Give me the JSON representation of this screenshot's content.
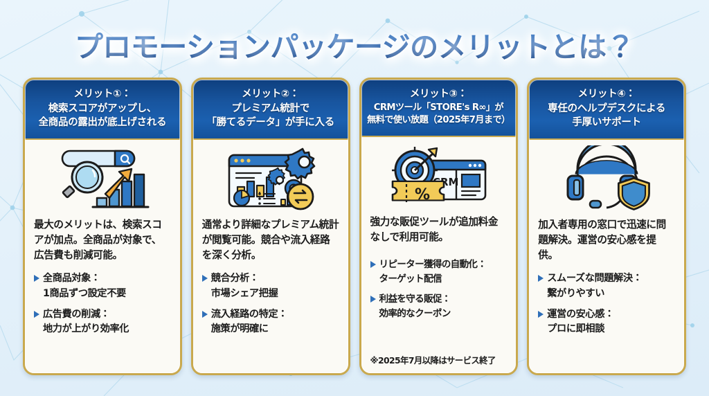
{
  "slide": {
    "title": "プロモーションパッケージのメリットとは？",
    "background_color": "#e6f2fb",
    "accent_gold": "#c9a94e",
    "accent_blue": "#15509f",
    "bullet_marker_color": "#2f6fb8"
  },
  "cards": [
    {
      "id": "merit-1",
      "header": {
        "line1": "メリット①：",
        "line2": "検索スコアがアップし、",
        "line3": "全商品の露出が底上げされる"
      },
      "icon": "search-ranking-icon",
      "lead": "最大のメリットは、検索スコアが加点。全商品が対象で、広告費も削減可能。",
      "bullets": [
        {
          "title": "全商品対象：",
          "detail": "1商品ずつ設定不要"
        },
        {
          "title": "広告費の削減：",
          "detail": "地力が上がり効率化"
        }
      ],
      "footnote": ""
    },
    {
      "id": "merit-2",
      "header": {
        "line1": "メリット②：",
        "line2": "プレミアム統計で",
        "line3": "「勝てるデータ」が手に入る"
      },
      "icon": "analytics-dashboard-icon",
      "lead": "通常より詳細なプレミアム統計が閲覧可能。競合や流入経路を深く分析。",
      "bullets": [
        {
          "title": "競合分析：",
          "detail": "市場シェア把握"
        },
        {
          "title": "流入経路の特定：",
          "detail": "施策が明確に"
        }
      ],
      "footnote": ""
    },
    {
      "id": "merit-3",
      "header": {
        "line1": "メリット③：",
        "line2": "CRMツール「STORE's R∞」が",
        "line3": "無料で使い放題（2025年7月まで）"
      },
      "icon": "crm-target-coupon-icon",
      "lead": "強力な販促ツールが追加料金なしで利用可能。",
      "bullets": [
        {
          "title": "リピーター獲得の自動化：",
          "detail": "ターゲット配信"
        },
        {
          "title": "利益を守る販促：",
          "detail": "効率的なクーポン"
        }
      ],
      "footnote": "※2025年7月以降はサービス終了"
    },
    {
      "id": "merit-4",
      "header": {
        "line1": "メリット④：",
        "line2": "専任のヘルプデスクによる",
        "line3": "手厚いサポート"
      },
      "icon": "headset-shield-support-icon",
      "lead": "加入者専用の窓口で迅速に問題解決。運営の安心感を提供。",
      "bullets": [
        {
          "title": "スムーズな問題解決：",
          "detail": "繋がりやすい"
        },
        {
          "title": "運営の安心感：",
          "detail": "プロに即相談"
        }
      ],
      "footnote": ""
    }
  ]
}
